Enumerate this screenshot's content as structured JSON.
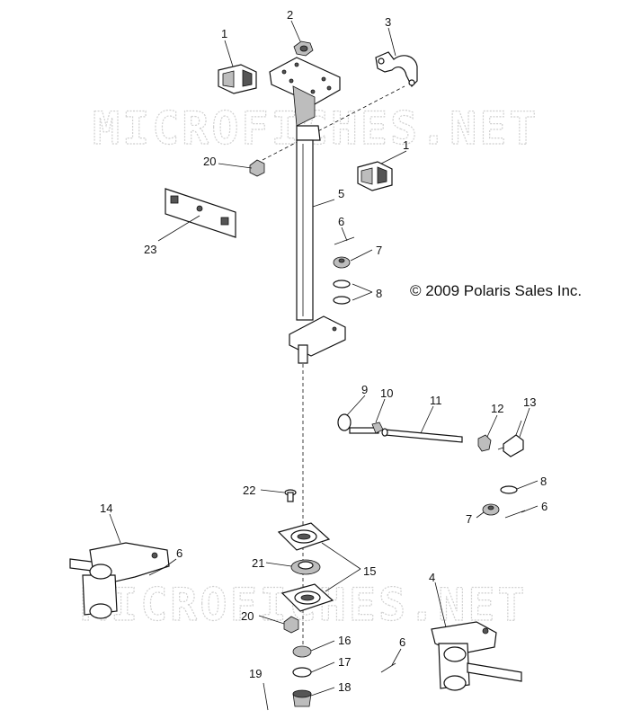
{
  "watermarks": [
    "MICROFICHES.NET",
    "MICROFICHES.NET"
  ],
  "copyright": "© 2009 Polaris Sales Inc.",
  "callouts": {
    "c1a": "1",
    "c1b": "1",
    "c2": "2",
    "c3": "3",
    "c4": "4",
    "c5": "5",
    "c6a": "6",
    "c6b": "6",
    "c6c": "6",
    "c6d": "6",
    "c7a": "7",
    "c7b": "7",
    "c8a": "8",
    "c8b": "8",
    "c9": "9",
    "c10": "10",
    "c11": "11",
    "c12": "12",
    "c13": "13",
    "c14": "14",
    "c15": "15",
    "c16": "16",
    "c17": "17",
    "c18": "18",
    "c19": "19",
    "c20a": "20",
    "c20b": "20",
    "c21": "21",
    "c22": "22",
    "c23": "23"
  }
}
